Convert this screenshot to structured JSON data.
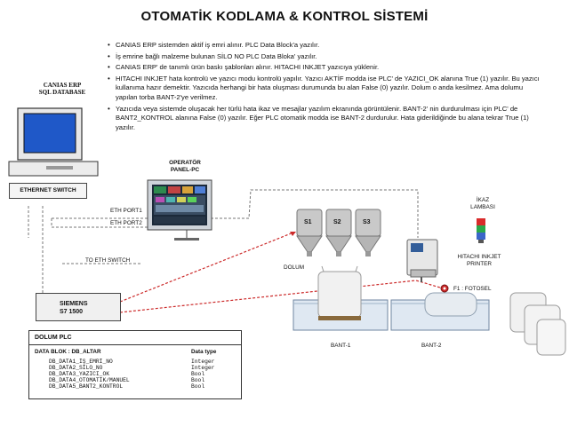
{
  "title": "OTOMATİK KODLAMA & KONTROL SİSTEMİ",
  "bullets": [
    "CANIAS ERP sistemden aktif iş emri alınır. PLC Data Block'a yazılır.",
    "İş emrine bağlı malzeme bulunan SİLO NO PLC Data Bloka' yazılır.",
    "CANIAS ERP' de tanımlı ürün baskı şablonları alınır. HITACHI INKJET yazıcıya yüklenir.",
    "HITACHI INKJET hata kontrolü  ve yazıcı modu kontrolü  yapılır. Yazıcı AKTİF modda ise PLC' de YAZICI_OK alanına True (1) yazılır. Bu yazıcı kullanıma hazır demektir.  Yazıcıda herhangi bir hata oluşması durumunda  bu alan False (0) yazılır. Dolum o  anda kesilmez.  Ama dolumu  yapılan torba BANT-2'ye verilmez.",
    "Yazıcıda veya sistemde oluşacak her türlü hata ikaz ve mesajlar yazılım ekranında görüntülenir.  BANT-2' nin durdurulması  için PLC' de BANT2_KONTROL alanına False (0) yazılır. Eğer PLC otomatik modda  ise BANT-2 durdurulur.  Hata giderildiğinde bu alana tekrar  True (1) yazılır."
  ],
  "diagram": {
    "erp_label_line1": "CANIAS ERP",
    "erp_label_line2": "SQL DATABASE",
    "ethernet_switch": "ETHERNET SWITCH",
    "operator_line1": "OPERATÖR",
    "operator_line2": "PANEL-PC",
    "eth_port1": "ETH PORT1",
    "eth_port2": "ETH PORT2",
    "to_eth_switch": "TO ETH SWITCH",
    "plc_line1": "SIEMENS",
    "plc_line2": "S7 1500",
    "silos": [
      "S1",
      "S2",
      "S3"
    ],
    "dolum": "DOLUM",
    "ikaz_line1": "İKAZ",
    "ikaz_line2": "LAMBASI",
    "printer_line1": "HITACHI INKJET",
    "printer_line2": "PRINTER",
    "fotosel": "F1 : FOTOSEL",
    "bant1": "BANT-1",
    "bant2": "BANT-2"
  },
  "plc_table": {
    "header": "DOLUM PLC",
    "blok": "DATA BLOK  :  DB_ALTAR",
    "data_type_header": "Data type",
    "rows": [
      {
        "name": "DB_DATA1_İŞ_EMRİ_NO",
        "type": "Integer"
      },
      {
        "name": "DB_DATA2_SİLO_NO",
        "type": "Integer"
      },
      {
        "name": "DB_DATA3_YAZICI_OK",
        "type": "Bool"
      },
      {
        "name": "DB_DATA4_OTOMATİK/MANUEL",
        "type": "Bool"
      },
      {
        "name": "DB_DATA5_BANT2_KONTROL",
        "type": "Bool"
      }
    ]
  },
  "colors": {
    "monitor_screen": "#1f58c8",
    "link_dashed": "#777777",
    "red_dashed": "#cc2a2a",
    "conveyor": "#dfe8f2",
    "lamp_red": "#d92b2b",
    "lamp_green": "#2aa84a",
    "lamp_blue": "#3b66c9"
  }
}
